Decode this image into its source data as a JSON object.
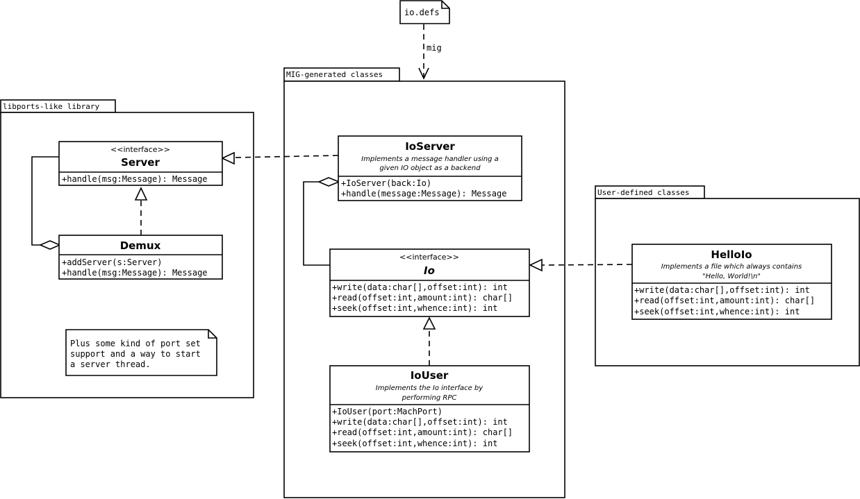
{
  "packages": {
    "libports": {
      "label": "libports-like library"
    },
    "mig": {
      "label": "MIG-generated classes"
    },
    "user": {
      "label": "User-defined classes"
    }
  },
  "notes": {
    "iodefs": {
      "text": "io.defs"
    },
    "plus": {
      "lines": [
        "Plus some kind of port set",
        "support and a way to start",
        "a server thread."
      ]
    }
  },
  "edges": {
    "mig_label": "mig"
  },
  "classes": {
    "server": {
      "stereotype": "<<interface>>",
      "name": "Server",
      "members": [
        "+handle(msg:Message): Message"
      ]
    },
    "demux": {
      "name": "Demux",
      "members": [
        "+addServer(s:Server)",
        "+handle(msg:Message): Message"
      ]
    },
    "ioserver": {
      "name": "IoServer",
      "description": [
        "Implements a message handler using a",
        "given IO object as a backend"
      ],
      "members": [
        "+IoServer(back:Io)",
        "+handle(message:Message): Message"
      ]
    },
    "io": {
      "stereotype": "<<interface>>",
      "name": "Io",
      "members": [
        "+write(data:char[],offset:int): int",
        "+read(offset:int,amount:int): char[]",
        "+seek(offset:int,whence:int): int"
      ]
    },
    "iouser": {
      "name": "IoUser",
      "description": [
        "Implements the Io interface by",
        "performing RPC"
      ],
      "members": [
        "+IoUser(port:MachPort)",
        "+write(data:char[],offset:int): int",
        "+read(offset:int,amount:int): char[]",
        "+seek(offset:int,whence:int): int"
      ]
    },
    "helloio": {
      "name": "HelloIo",
      "description": [
        "Implements a file which always contains",
        "\"Hello, World!\\n\""
      ],
      "members": [
        "+write(data:char[],offset:int): int",
        "+read(offset:int,amount:int): char[]",
        "+seek(offset:int,whence:int): int"
      ]
    }
  }
}
